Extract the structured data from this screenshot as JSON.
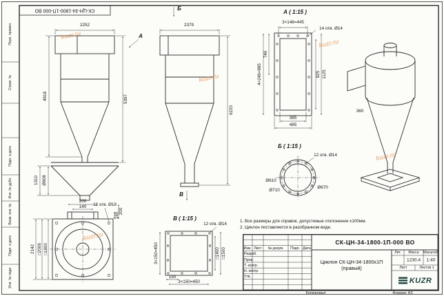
{
  "sheet": {
    "designation": "СК-ЦН-34-1800-1П-000 ВО",
    "copied_label": "Копировал",
    "format_label": "Формат А3"
  },
  "margin": {
    "boxes": [
      "Перв. примен.",
      "Справ. №",
      "Подп. и дата",
      "Инв. № дубл.",
      "Взам. инв. №",
      "Подп. и дата",
      "Инв. № подл."
    ]
  },
  "watermark": {
    "text": "kuzr.ru"
  },
  "front_view": {
    "width": "2252",
    "height_body": "4918",
    "height_total": "5397",
    "hopper_height": "1310",
    "outlet_dia": "Ø808",
    "view_label": "А"
  },
  "side_view": {
    "top_label": "Б",
    "width": "2379",
    "height_total": "6220",
    "bottom_label": "В"
  },
  "detail_a": {
    "title": "А ( 1:15 )",
    "top_dim": "3×148=445",
    "holes": "14 отв. Ø14",
    "left_top": "746",
    "left_main": "4×246=985",
    "right_inner": "925",
    "right_outer": "1125",
    "bottom_inner": "385",
    "bottom_outer": "485"
  },
  "detail_b": {
    "title": "Б ( 1:15 )",
    "holes": "12 отв. Ø14",
    "dia_inner": "Ø610",
    "dia_outer": "Ø710",
    "dia_bolt": "Ø670"
  },
  "iso_view": {
    "dim": "360"
  },
  "scroll_view": {
    "top_dim": "200",
    "top_dim2": "140",
    "holes": "12 отв. Ø18",
    "right_dim": "160",
    "right_dim2": "200",
    "height": "2142",
    "square_outer": "□2006",
    "square_inner": "□1800"
  },
  "detail_v": {
    "title": "В ( 1:15 )",
    "holes": "12 отв. Ø14",
    "left_dim": "3×150=450",
    "bottom_dim": "150",
    "bottom_dim2": "3×150=450",
    "square_inner": "□1400",
    "square_outer": "□1500"
  },
  "notes": {
    "line1": "1. Все размеры для справок, допустимые отклонения ±100мм.",
    "line2": "2. Циклон поставляется в разобранном виде."
  },
  "title_block": {
    "designation": "СК-ЦН-34-1800-1П-000 ВО",
    "doc_name": "Циклон СК-ЦН-34-1800х1П",
    "doc_name2": "(правый)",
    "col_izm": "Изм.",
    "col_list": "Лист",
    "col_doc": "№ докум.",
    "col_podp": "Подп.",
    "col_data": "Дата",
    "row_razrab": "Разраб.",
    "row_prov": "Пров.",
    "row_tkontr": "Т. контр.",
    "row_nkontr": "Н. контр.",
    "row_utv": "Утв.",
    "lit_label": "Лит.",
    "mass_label": "Масса",
    "scale_label": "Масштаб",
    "mass_value": "1230.4",
    "scale_value": "1:40",
    "sheet_label": "Лист",
    "sheets_label": "Листов 1",
    "logo": "KUZR"
  }
}
